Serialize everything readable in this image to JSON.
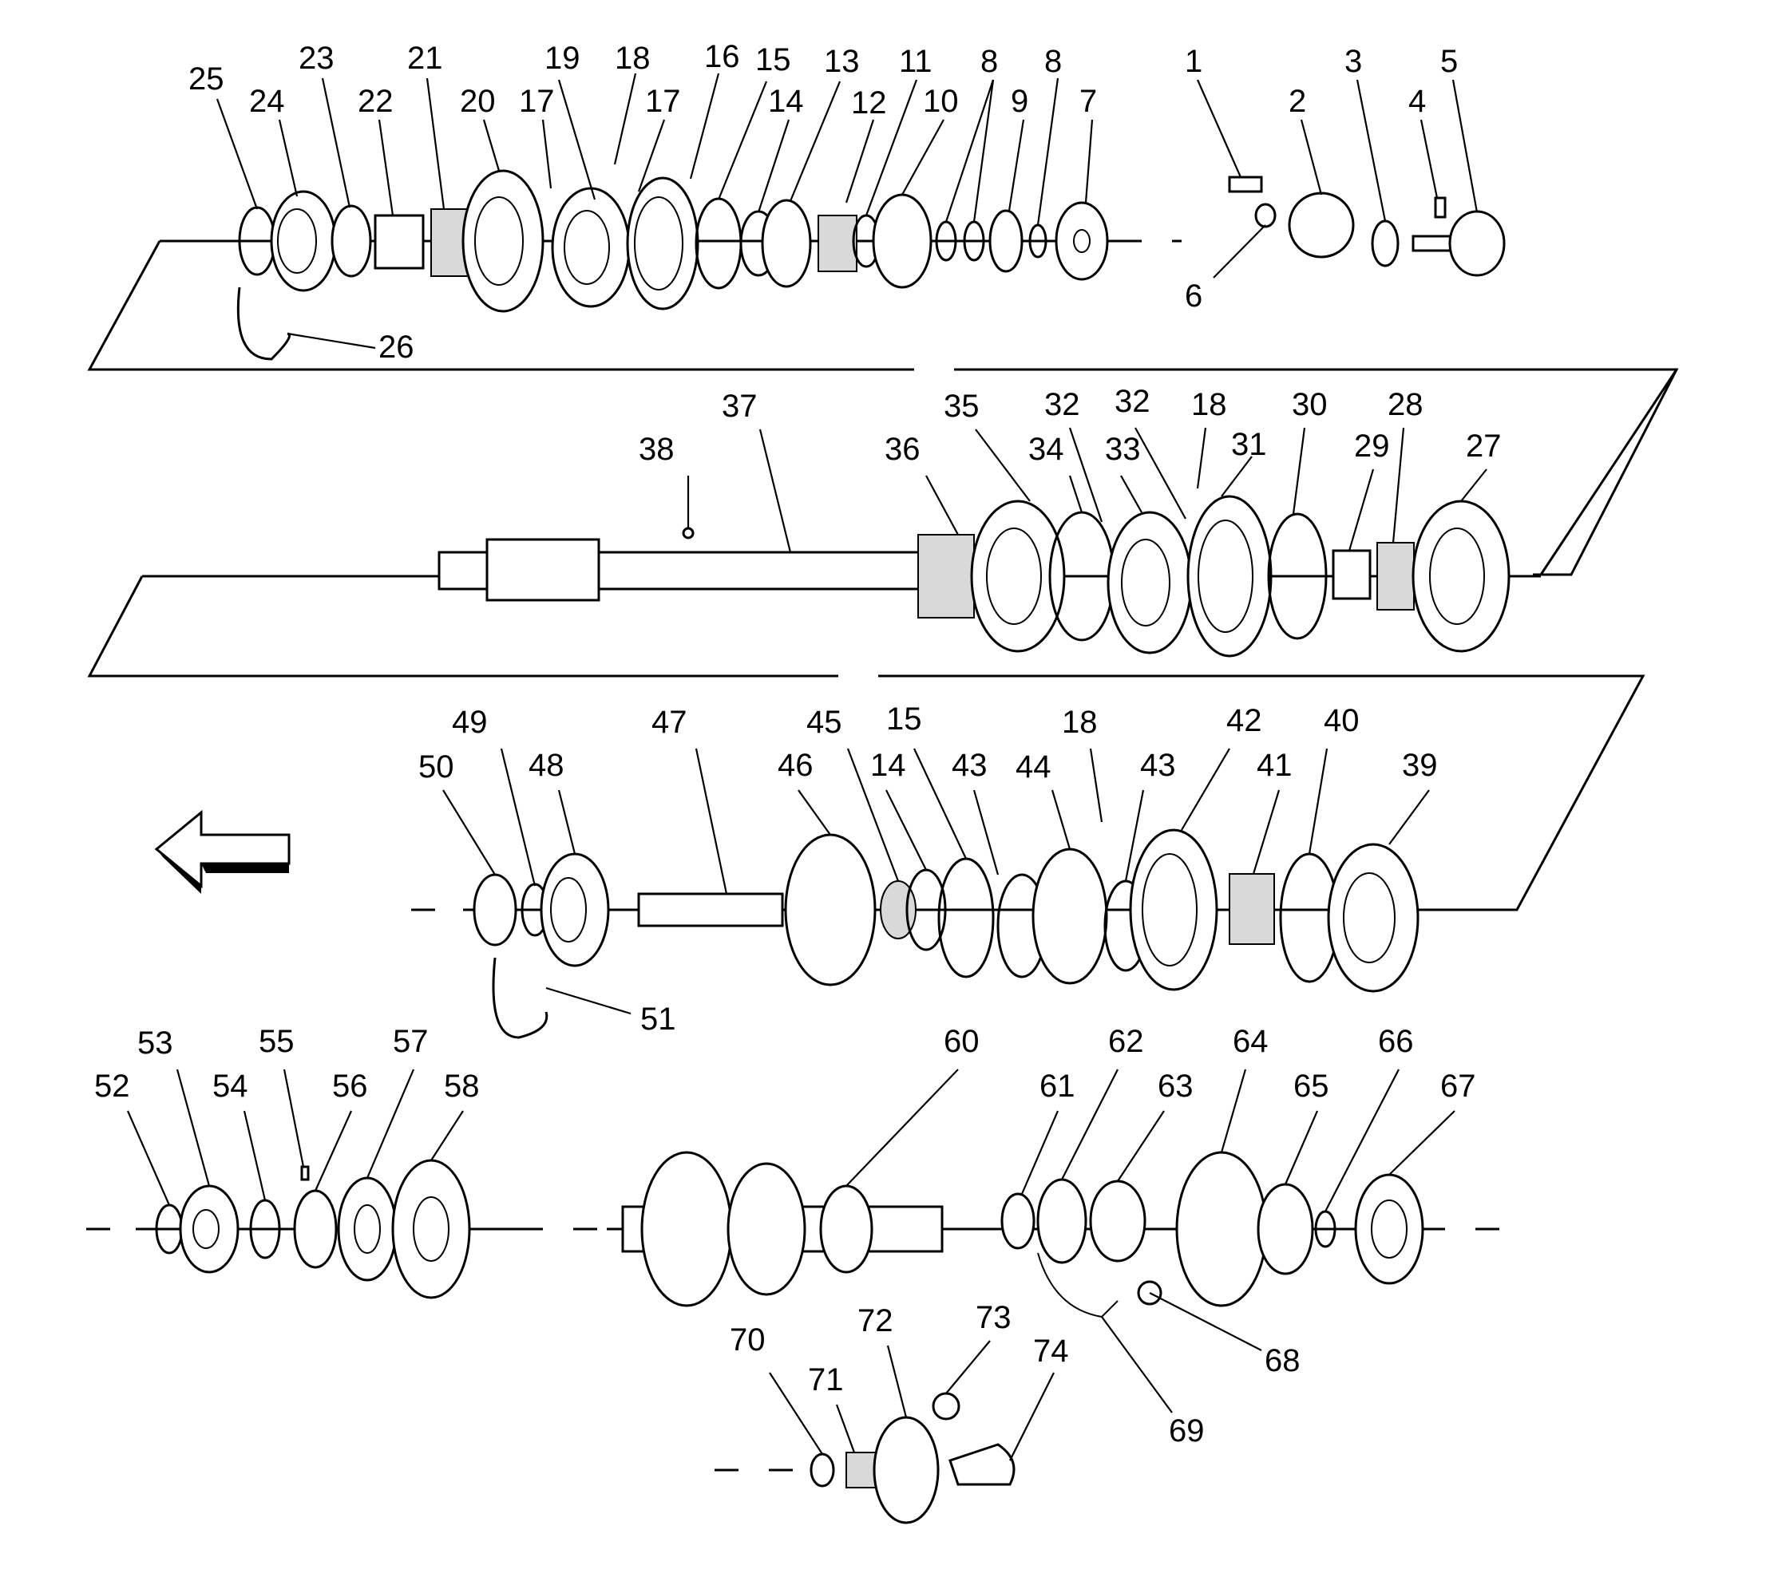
{
  "figure": {
    "direction_icon": "left-arrow-icon",
    "rows": [
      {
        "id": "row1",
        "labels": [
          "25",
          "24",
          "23",
          "22",
          "21",
          "20",
          "17",
          "19",
          "18",
          "17",
          "16",
          "15",
          "14",
          "13",
          "12",
          "11",
          "10",
          "8",
          "8",
          "9",
          "7",
          "1",
          "2",
          "3",
          "4",
          "5",
          "6",
          "26"
        ]
      },
      {
        "id": "row2",
        "labels": [
          "38",
          "37",
          "36",
          "35",
          "34",
          "32",
          "33",
          "32",
          "18",
          "31",
          "30",
          "29",
          "28",
          "27"
        ]
      },
      {
        "id": "row3",
        "labels": [
          "50",
          "49",
          "48",
          "47",
          "46",
          "45",
          "14",
          "15",
          "43",
          "44",
          "18",
          "43",
          "42",
          "41",
          "40",
          "39",
          "51"
        ]
      },
      {
        "id": "row4",
        "labels": [
          "52",
          "53",
          "54",
          "55",
          "56",
          "57",
          "58",
          "60",
          "61",
          "62",
          "63",
          "64",
          "65",
          "66",
          "67",
          "68",
          "69",
          "73",
          "74",
          "70",
          "71",
          "72"
        ]
      }
    ]
  }
}
